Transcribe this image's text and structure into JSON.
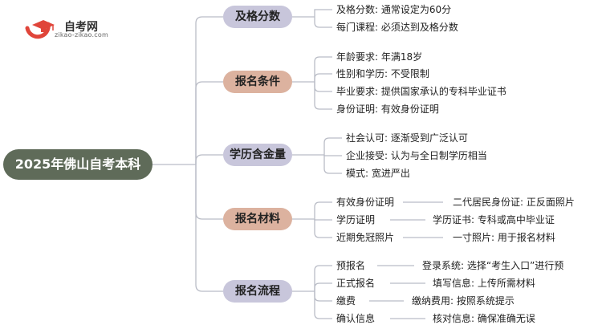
{
  "logo": {
    "brand": "自考网",
    "url": "zikao-zikao.com",
    "icon": "graduation-cap-icon",
    "color": "#e0453a"
  },
  "root": {
    "label": "2025年佛山自考本科"
  },
  "branches": [
    {
      "label": "及格分数",
      "items": [
        {
          "text": "及格分数: 通常设定为60分"
        },
        {
          "text": "每门课程: 必须达到及格分数"
        }
      ]
    },
    {
      "label": "报名条件",
      "items": [
        {
          "text": "年龄要求: 年满18岁"
        },
        {
          "text": "性别和学历: 不受限制"
        },
        {
          "text": "毕业要求: 提供国家承认的专科毕业证书"
        },
        {
          "text": "身份证明: 有效身份证明"
        }
      ]
    },
    {
      "label": "学历含金量",
      "items": [
        {
          "text": "社会认可: 逐渐受到广泛认可"
        },
        {
          "text": "企业接受: 认为与全日制学历相当"
        },
        {
          "text": "模式: 宽进严出"
        }
      ]
    },
    {
      "label": "报名材料",
      "items": [
        {
          "text": "有效身份证明",
          "detail": "二代居民身份证: 正反面照片"
        },
        {
          "text": "学历证明",
          "detail": "学历证书: 专科或高中毕业证"
        },
        {
          "text": "近期免冠照片",
          "detail": "一寸照片: 用于报名材料"
        }
      ]
    },
    {
      "label": "报名流程",
      "items": [
        {
          "text": "预报名",
          "detail": "登录系统: 选择“考生入口”进行预"
        },
        {
          "text": "正式报名",
          "detail": "填写信息: 上传所需材料"
        },
        {
          "text": "缴费",
          "detail": "缴纳费用: 按照系统提示"
        },
        {
          "text": "确认信息",
          "detail": "核对信息: 确保准确无误"
        }
      ]
    }
  ],
  "colors": {
    "line": "#b9bcc6",
    "branch_purple": "#c8c6db",
    "branch_salmon": "#dcb29f",
    "root": "#5f6b59"
  }
}
